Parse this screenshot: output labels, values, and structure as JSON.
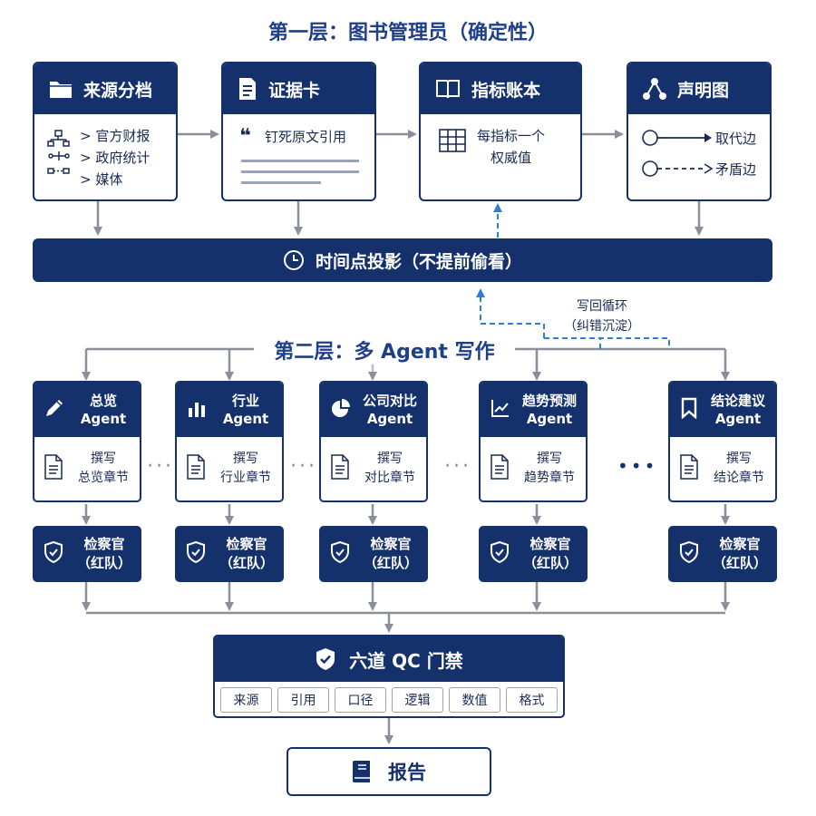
{
  "layer1": {
    "title": "第一层：图书管理员（确定性）"
  },
  "sources": {
    "title": "来源分档",
    "items": [
      "> 官方财报",
      "> 政府统计",
      "> 媒体"
    ]
  },
  "evidence": {
    "title": "证据卡",
    "quote": "钉死原文引用"
  },
  "ledger": {
    "title": "指标账本",
    "text_line1": "每指标一个",
    "text_line2": "权威值"
  },
  "claims": {
    "title": "声明图",
    "edge1": "取代边",
    "edge2": "矛盾边"
  },
  "projection": {
    "label": "时间点投影（不提前偷看）"
  },
  "loop": {
    "line1": "写回循环",
    "line2": "（纠错沉淀）"
  },
  "layer2": {
    "title": "第二层：多 Agent 写作"
  },
  "agents": [
    {
      "name1": "总览",
      "name2": "Agent",
      "task1": "撰写",
      "task2": "总览章节",
      "icon": "pencil-icon"
    },
    {
      "name1": "行业",
      "name2": "Agent",
      "task1": "撰写",
      "task2": "行业章节",
      "icon": "bar-chart-icon"
    },
    {
      "name1": "公司对比",
      "name2": "Agent",
      "task1": "撰写",
      "task2": "对比章节",
      "icon": "pie-chart-icon"
    },
    {
      "name1": "趋势预测",
      "name2": "Agent",
      "task1": "撰写",
      "task2": "趋势章节",
      "icon": "trend-icon"
    },
    {
      "name1": "结论建议",
      "name2": "Agent",
      "task1": "撰写",
      "task2": "结论章节",
      "icon": "bookmark-icon"
    }
  ],
  "inspector": {
    "line1": "检察官",
    "line2": "（红队）"
  },
  "ellipsis": [
    "···",
    "···",
    "···",
    "•••"
  ],
  "qc": {
    "title": "六道 QC 门禁",
    "tags": [
      "来源",
      "引用",
      "口径",
      "逻辑",
      "数值",
      "格式"
    ]
  },
  "report": {
    "label": "报告"
  },
  "colors": {
    "navy": "#14316b",
    "title_blue": "#1e3f8a",
    "arrow_gray": "#8a8f99",
    "dashed_blue": "#2f7fd0"
  }
}
